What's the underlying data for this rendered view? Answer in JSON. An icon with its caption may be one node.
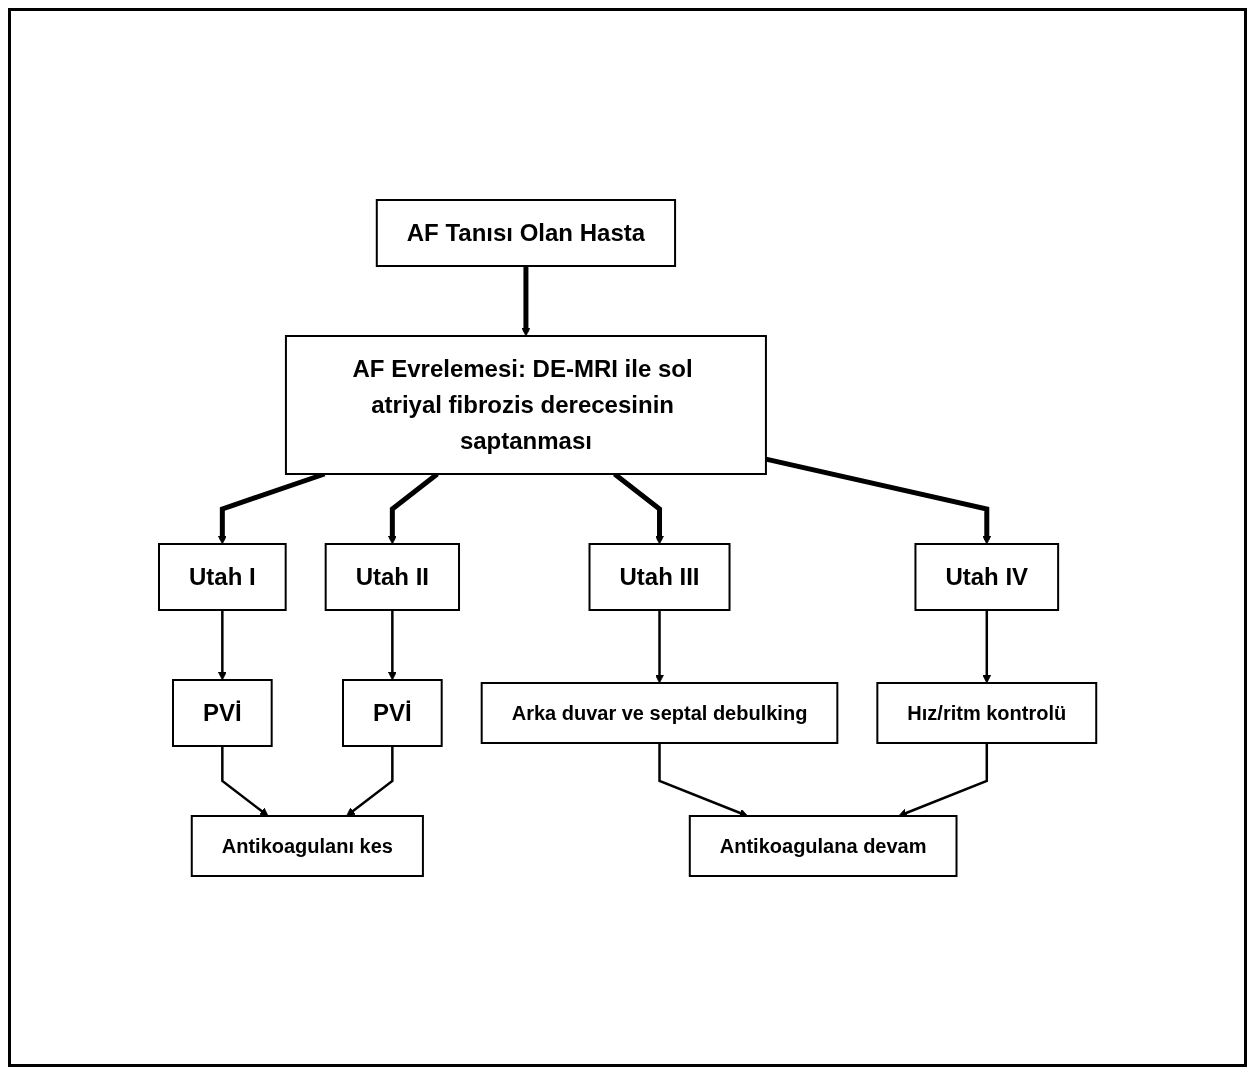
{
  "diagram": {
    "nodes": [
      {
        "text": [
          "AF Tanısı Olan Hasta"
        ]
      },
      {
        "text": [
          "AF Evrelemesi: DE-MRI ile sol atriyal fibrozis derecesinin saptanması"
        ]
      },
      {
        "text": [
          "Utah I"
        ]
      },
      {
        "text": [
          "Utah II"
        ]
      },
      {
        "text": [
          "Utah III"
        ]
      },
      {
        "text": [
          "Utah IV"
        ]
      },
      {
        "text": [
          "PVİ"
        ]
      },
      {
        "text": [
          "PVİ"
        ]
      },
      {
        "text": [
          "Arka duvar ve septal debulking"
        ]
      },
      {
        "text": [
          "Hız/ritm kontrolü"
        ]
      },
      {
        "text": [
          "Antikoagulanı kes"
        ]
      },
      {
        "text": [
          "Antikoagulana devam"
        ]
      }
    ],
    "edges": [
      {
        "from": 0,
        "to": 1,
        "arrow": "to",
        "style": "thick"
      },
      {
        "from": 1,
        "to": 2,
        "arrow": "to",
        "style": "thick"
      },
      {
        "from": 1,
        "to": 3,
        "arrow": "to",
        "style": "thick"
      },
      {
        "from": 1,
        "to": 4,
        "arrow": "to",
        "style": "thick"
      },
      {
        "from": 1,
        "to": 5,
        "arrow": "to",
        "style": "thick"
      },
      {
        "from": 2,
        "to": 6,
        "arrow": "to"
      },
      {
        "from": 3,
        "to": 7,
        "arrow": "to"
      },
      {
        "from": 4,
        "to": 8,
        "arrow": "to"
      },
      {
        "from": 5,
        "to": 9,
        "arrow": "to"
      },
      {
        "from": 6,
        "to": 10,
        "arrow": "to"
      },
      {
        "from": 7,
        "to": 10,
        "arrow": "to"
      },
      {
        "from": 8,
        "to": 11,
        "arrow": "to"
      },
      {
        "from": 9,
        "to": 11,
        "arrow": "to"
      }
    ]
  }
}
